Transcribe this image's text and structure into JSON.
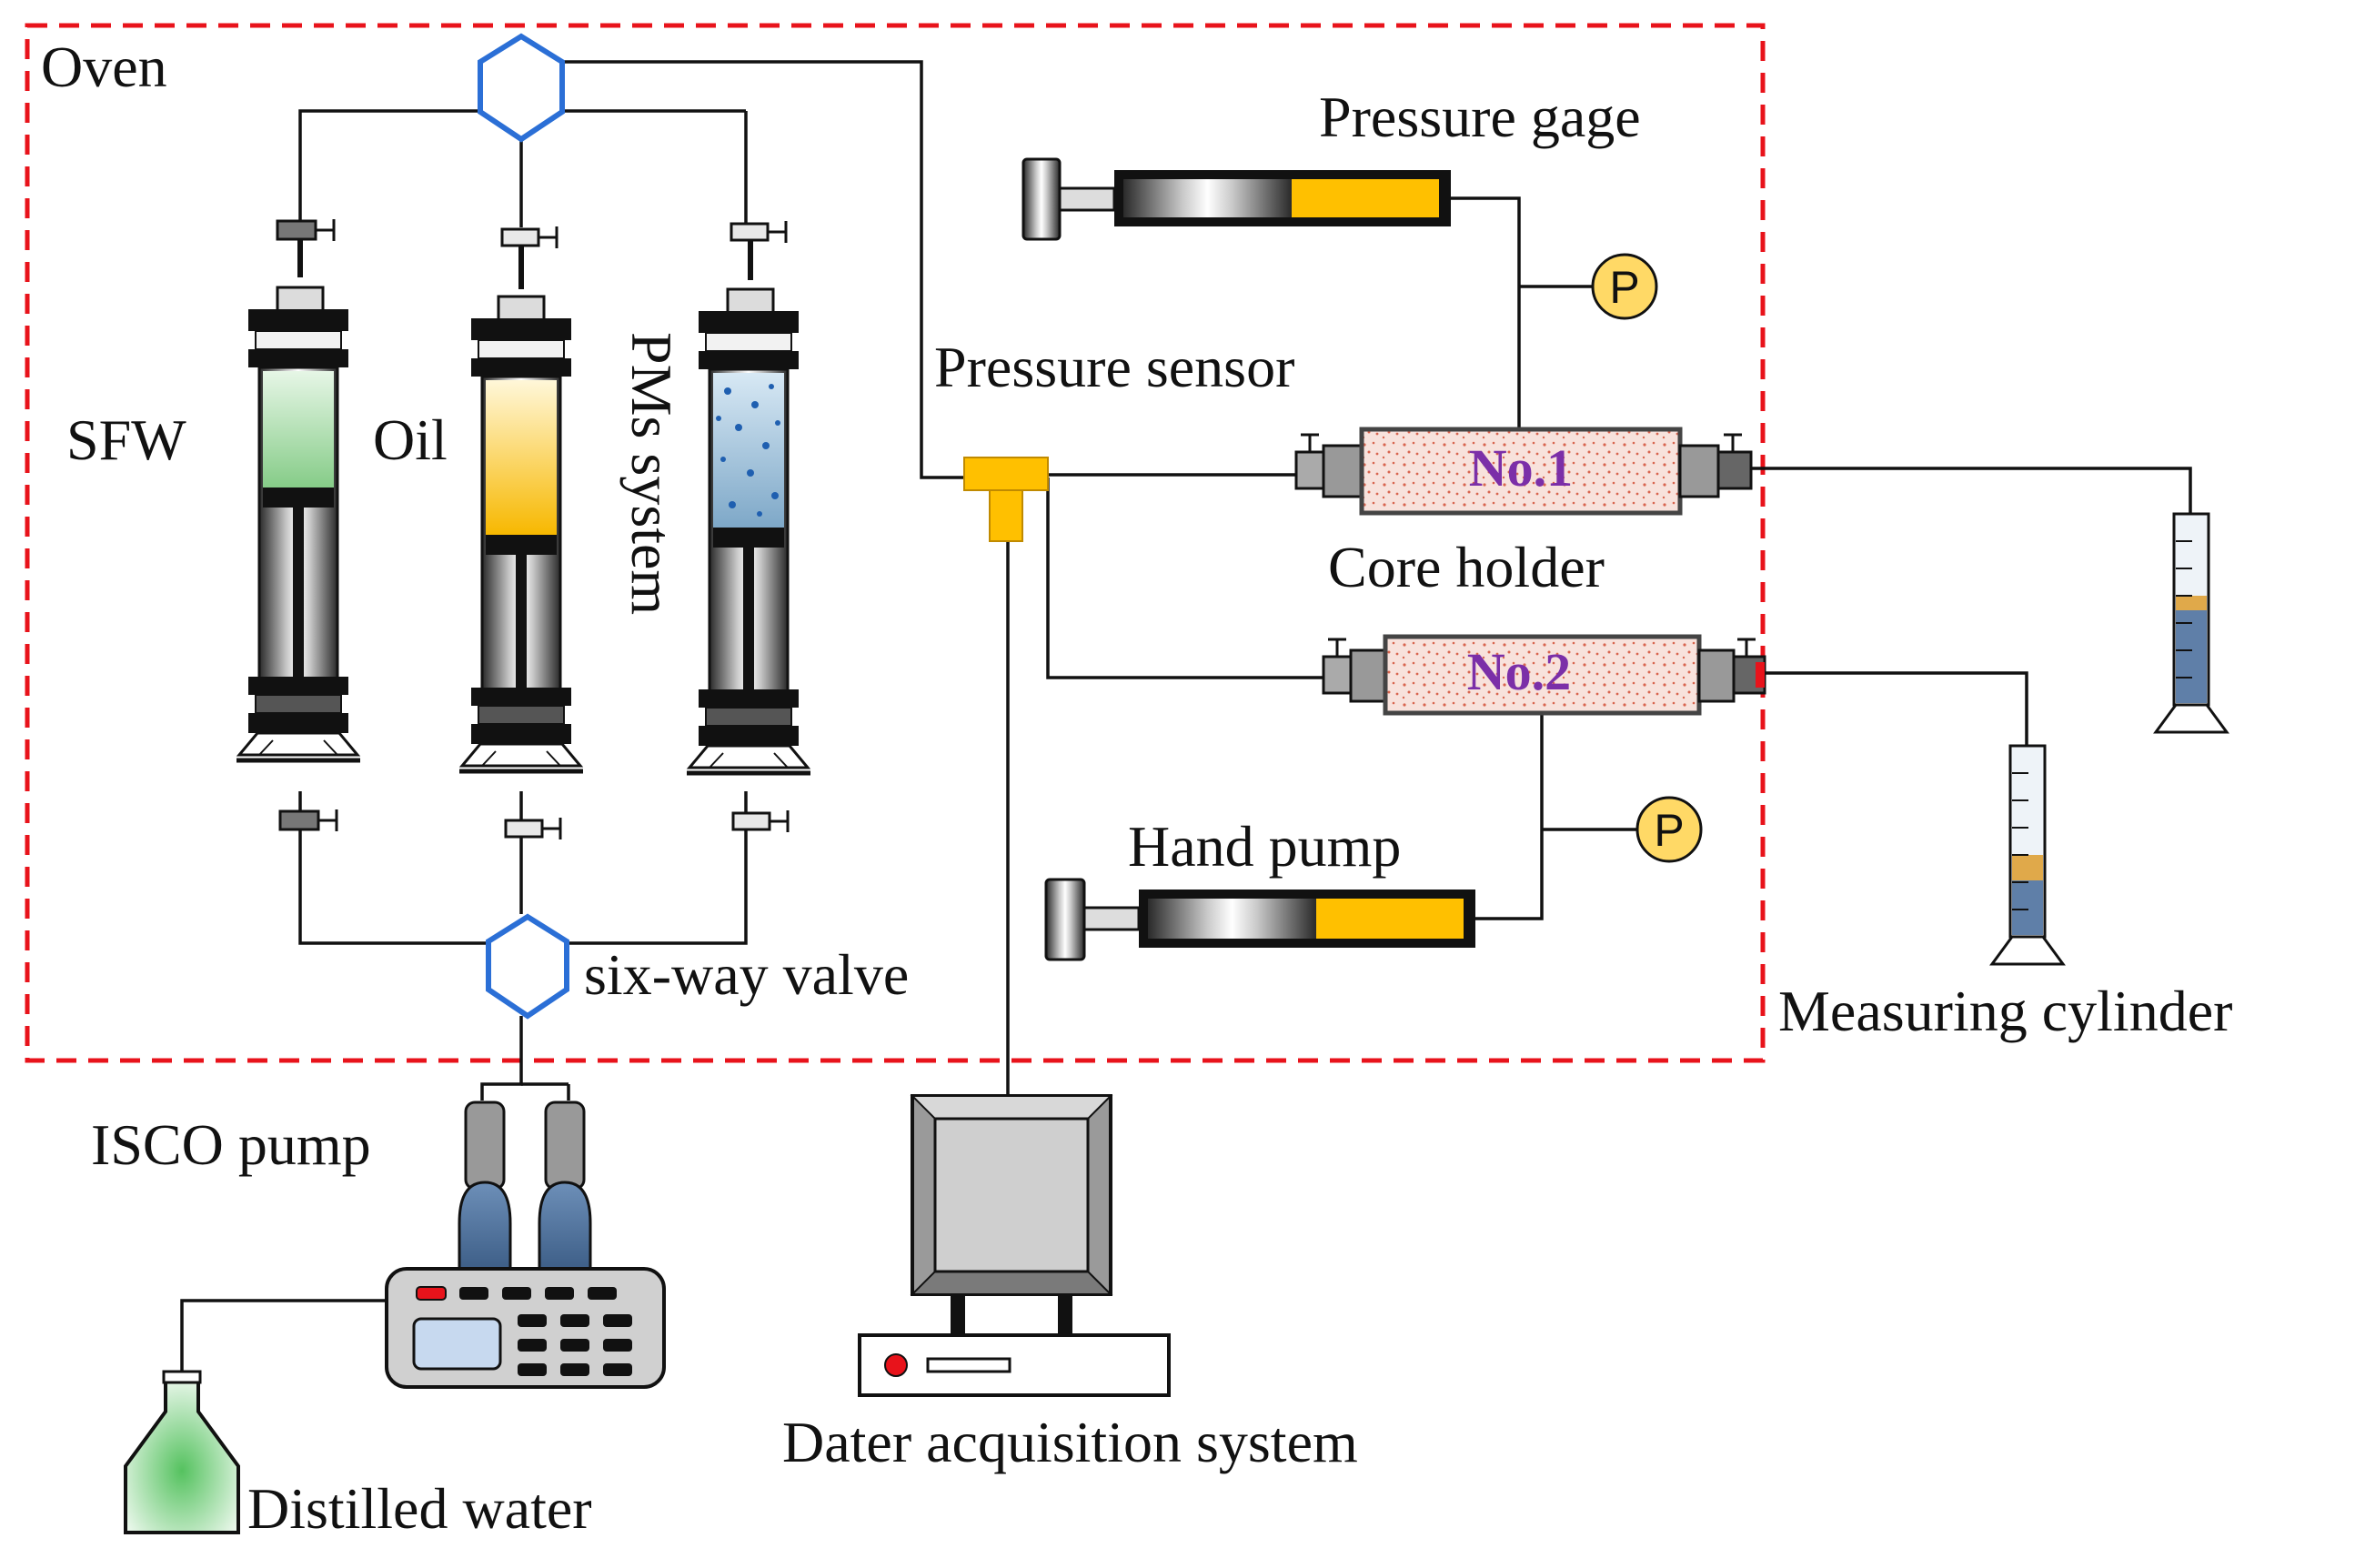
{
  "labels": {
    "oven": "Oven",
    "pressure_gage": "Pressure gage",
    "pressure_sensor": "Pressure sensor",
    "sfw": "SFW",
    "oil": "Oil",
    "pms_system": "PMs system",
    "core_holder": "Core holder",
    "core_no1": "No.1",
    "core_no2": "No.2",
    "hand_pump": "Hand pump",
    "six_way_valve": "six-way valve",
    "measuring_cylinder": "Measuring cylinder",
    "isco_pump": "ISCO pump",
    "data_acquisition": "Dater acquisition system",
    "distilled_water": "Distilled water",
    "gauge_symbol": "P"
  },
  "colors": {
    "oven_border": "#e8131b",
    "valve_blue": "#2b6fd6",
    "sfw_fill": "#9fd8a1",
    "oil_fill": "#ffc200",
    "pms_fill": "#8ab0cc",
    "pms_dots": "#1f5fb0",
    "core_fill": "#f6dcd6",
    "core_dots": "#e06a55",
    "pump_body": "#ffc000",
    "sensor_yellow": "#ffc000",
    "gauge_fill": "#ffd966",
    "screen_gray": "#c9c9c9",
    "pump_blue": "#5a7ea8",
    "distilled_green": "#63c66e"
  },
  "icons": {
    "gauge": "pressure-gauge-icon",
    "valve": "hexagon-valve-icon",
    "cylinder": "graduated-cylinder-icon",
    "computer": "monitor-icon",
    "bottle": "bottle-icon"
  }
}
